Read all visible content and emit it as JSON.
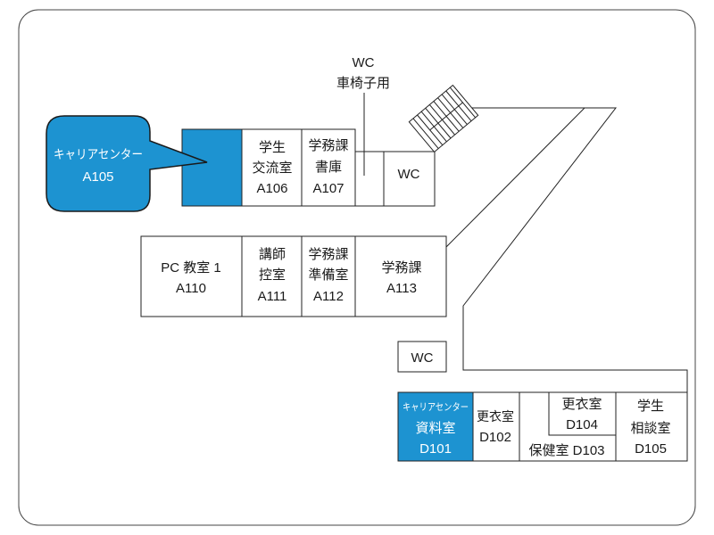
{
  "colors": {
    "highlight": "#1d93d1",
    "line": "#222222",
    "background": "#ffffff"
  },
  "labels": {
    "wheelchair_wc": {
      "line1": "WC",
      "line2": "車椅子用"
    }
  },
  "callout": {
    "line1": "キャリアセンター",
    "line2": "A105"
  },
  "rooms": {
    "a106": {
      "line1": "学生",
      "line2": "交流室",
      "code": "A106"
    },
    "a107": {
      "line1": "学務課",
      "line2": "書庫",
      "code": "A107"
    },
    "wc_upper": {
      "label": "WC"
    },
    "a110": {
      "line1": "PC 教室 1",
      "code": "A110"
    },
    "a111": {
      "line1": "講師",
      "line2": "控室",
      "code": "A111"
    },
    "a112": {
      "line1": "学務課",
      "line2": "準備室",
      "code": "A112"
    },
    "a113": {
      "line1": "学務課",
      "code": "A113"
    },
    "wc_lower": {
      "label": "WC"
    },
    "d101": {
      "line1": "キャリアセンター",
      "line2": "資料室",
      "code": "D101"
    },
    "d102": {
      "line1": "更衣室",
      "code": "D102"
    },
    "d103": {
      "label": "保健室 D103"
    },
    "d104": {
      "line1": "更衣室",
      "code": "D104"
    },
    "d105": {
      "line1": "学生",
      "line2": "相談室",
      "code": "D105"
    }
  }
}
